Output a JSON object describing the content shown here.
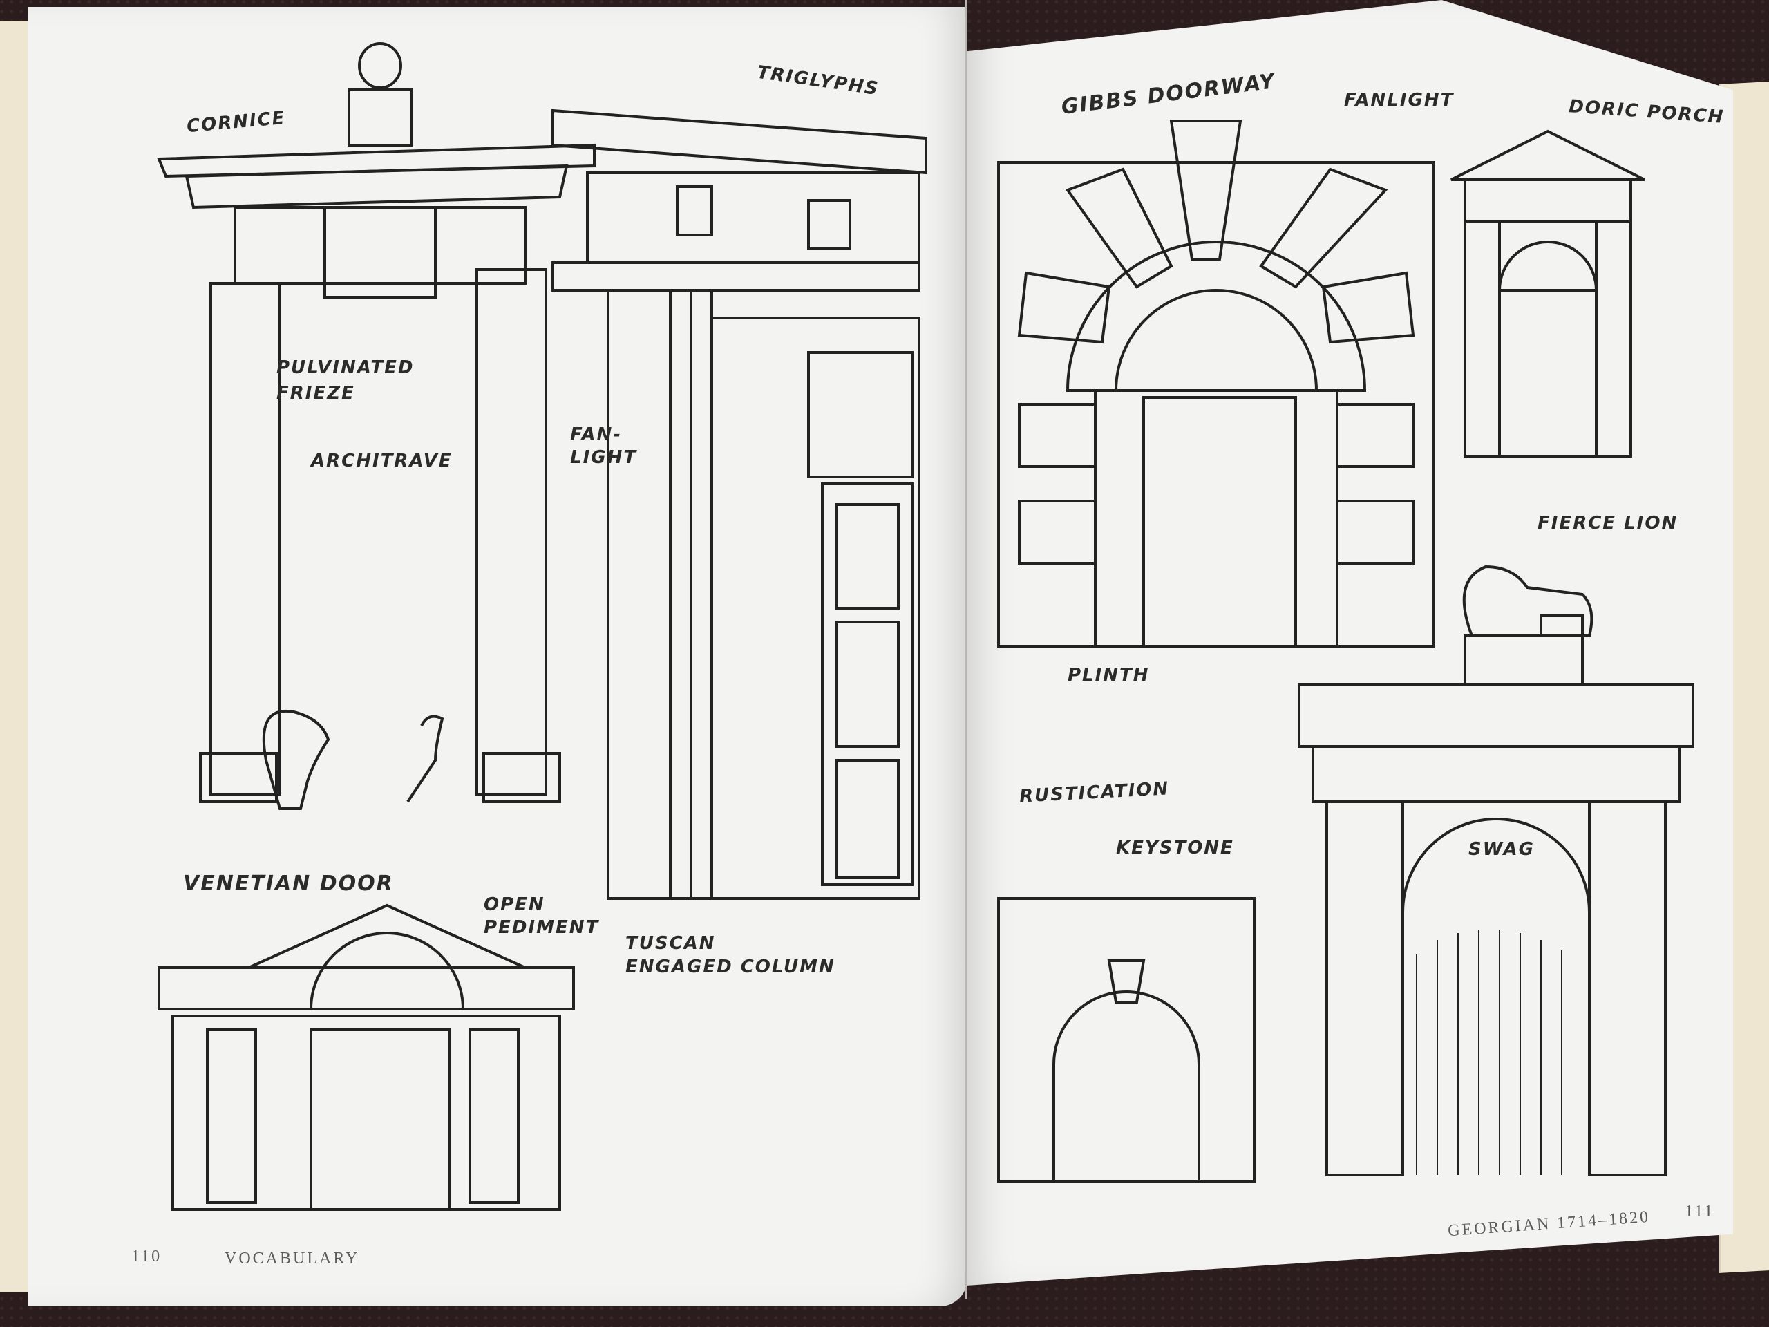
{
  "spread": {
    "left_page": {
      "page_number": "110",
      "running_head": "VOCABULARY",
      "illustrations": [
        {
          "id": "pulvinated-doorway",
          "labels": [
            "CORNICE",
            "PULVINATED FRIEZE",
            "ARCHITRAVE"
          ]
        },
        {
          "id": "tuscan-doorway",
          "labels": [
            "TRIGLYPHS",
            "FAN-LIGHT",
            "TUSCAN ENGAGED COLUMN"
          ]
        },
        {
          "id": "venetian-door",
          "title": "VENETIAN DOOR",
          "labels": [
            "OPEN PEDIMENT"
          ]
        }
      ]
    },
    "right_page": {
      "page_number": "111",
      "running_head": "GEORGIAN 1714–1820",
      "illustrations": [
        {
          "id": "gibbs-doorway",
          "title": "GIBBS DOORWAY",
          "labels": [
            "FANLIGHT",
            "PLINTH"
          ]
        },
        {
          "id": "doric-porch",
          "title": "DORIC PORCH"
        },
        {
          "id": "rusticated-arch",
          "labels": [
            "RUSTICATION",
            "KEYSTONE"
          ]
        },
        {
          "id": "gateway",
          "labels": [
            "FIERCE LION",
            "SWAG"
          ]
        }
      ]
    }
  },
  "labels": {
    "cornice": "CORNICE",
    "pulvinated_frieze_1": "PULVINATED",
    "pulvinated_frieze_2": "FRIEZE",
    "architrave": "ARCHITRAVE",
    "triglyphs": "TRIGLYPHS",
    "fanlight_left_1": "FAN-",
    "fanlight_left_2": "LIGHT",
    "tuscan_1": "TUSCAN",
    "tuscan_2": "ENGAGED COLUMN",
    "venetian_door": "VENETIAN DOOR",
    "open_pediment_1": "OPEN",
    "open_pediment_2": "PEDIMENT",
    "gibbs_doorway": "GIBBS DOORWAY",
    "fanlight_right": "FANLIGHT",
    "doric_porch": "DORIC PORCH",
    "fierce_lion": "FIERCE LION",
    "plinth": "PLINTH",
    "rustication": "RUSTICATION",
    "keystone": "KEYSTONE",
    "swag": "SWAG"
  },
  "footer": {
    "left_page_number": "110",
    "left_running_head": "VOCABULARY",
    "right_running_head": "GEORGIAN 1714–1820",
    "right_page_number": "111"
  },
  "colors": {
    "paper": "#f3f3f1",
    "ink": "#2b2b2b",
    "stone_buff": "#e6d6a8",
    "stone_grey": "#d0d0d6",
    "lavender_shadow": "#9b95b8",
    "brick_red": "#9a4e4e",
    "door_red": "#c2443f",
    "door_navy": "#2f2f4f",
    "background_cloth": "#2b1d1d"
  }
}
